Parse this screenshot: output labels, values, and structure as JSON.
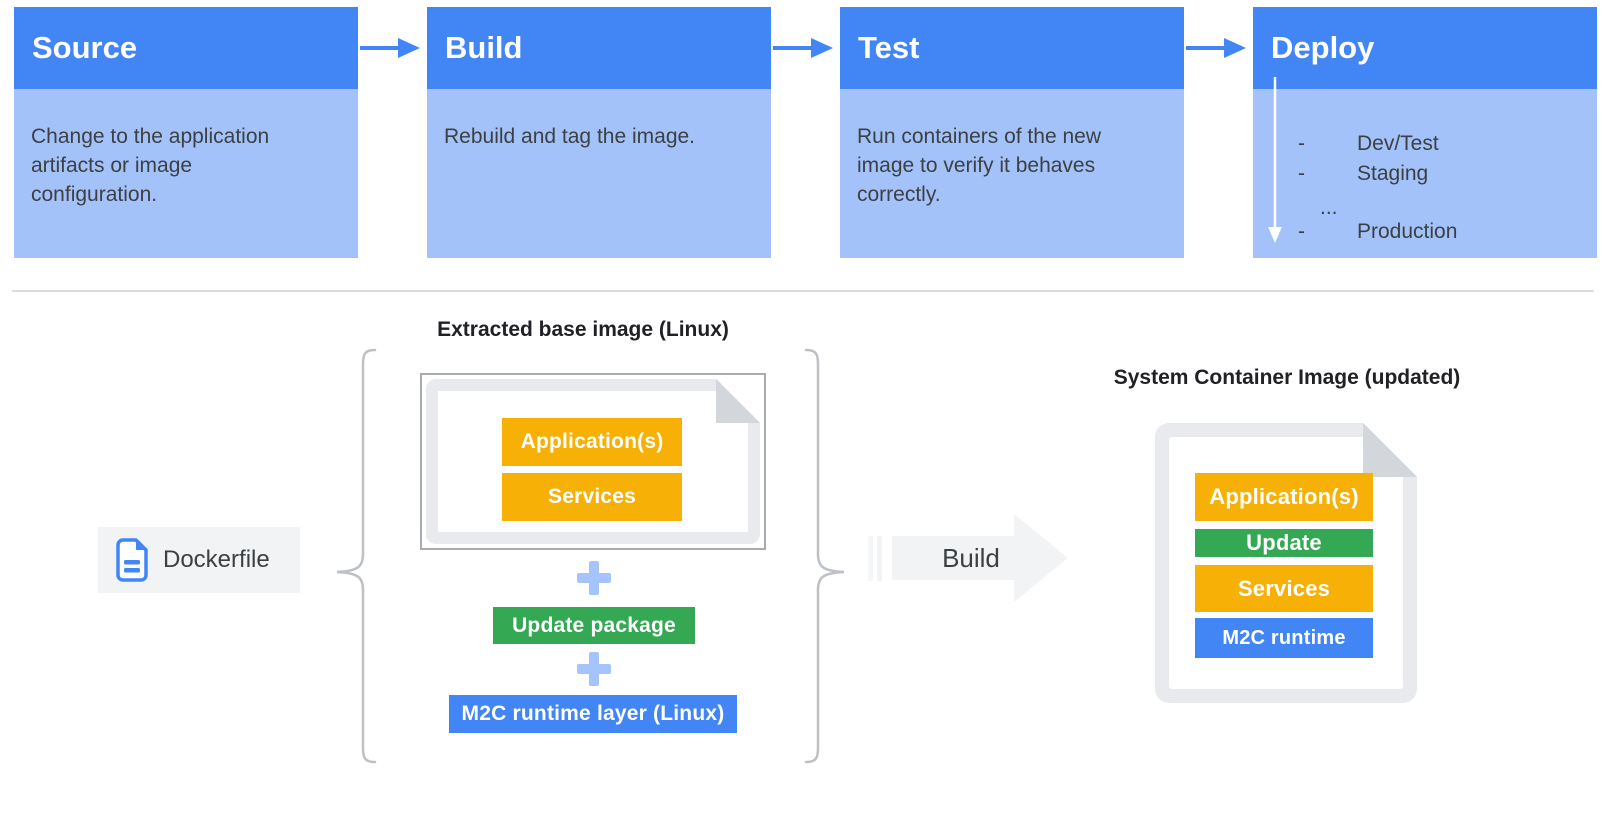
{
  "pipeline": {
    "steps": [
      {
        "title": "Source",
        "description": "Change to the application artifacts or image configuration."
      },
      {
        "title": "Build",
        "description": "Rebuild and tag the image."
      },
      {
        "title": "Test",
        "description": "Run containers of the new image to verify it behaves correctly."
      },
      {
        "title": "Deploy",
        "environments": [
          {
            "bullet": "-",
            "label": "Dev/Test"
          },
          {
            "bullet": "-",
            "label": "Staging"
          },
          {
            "bullet": "",
            "label": "..."
          },
          {
            "bullet": "-",
            "label": "Production"
          }
        ]
      }
    ]
  },
  "build_flow": {
    "dockerfile_label": "Dockerfile",
    "plus_sign": "+",
    "base_image": {
      "title": "Extracted base image (Linux)",
      "layers": [
        {
          "label": "Application(s)",
          "color": "#F7B005"
        },
        {
          "label": "Services",
          "color": "#F7B005"
        }
      ]
    },
    "additions": [
      {
        "label": "Update package",
        "color": "#34A853"
      },
      {
        "label": "M2C runtime layer (Linux)",
        "color": "#4285F4"
      }
    ],
    "build_arrow_label": "Build",
    "result_image": {
      "title": "System Container Image (updated)",
      "layers": [
        {
          "label": "Application(s)",
          "color": "#F7B005"
        },
        {
          "label": "Update",
          "color": "#34A853"
        },
        {
          "label": "Services",
          "color": "#F7B005"
        },
        {
          "label": "M2C runtime",
          "color": "#4285F4"
        }
      ]
    }
  },
  "colors": {
    "header_blue": "#4285F4",
    "body_blue": "#A3C2FA",
    "arrow_blue": "#4285F4",
    "amber": "#F7B005",
    "green": "#34A853",
    "blue": "#4285F4",
    "chip_gray": "#F1F3F4",
    "doc_gray": "#E8EAED",
    "fold_gray": "#D3D7DB",
    "text_dark": "#3C4043"
  }
}
